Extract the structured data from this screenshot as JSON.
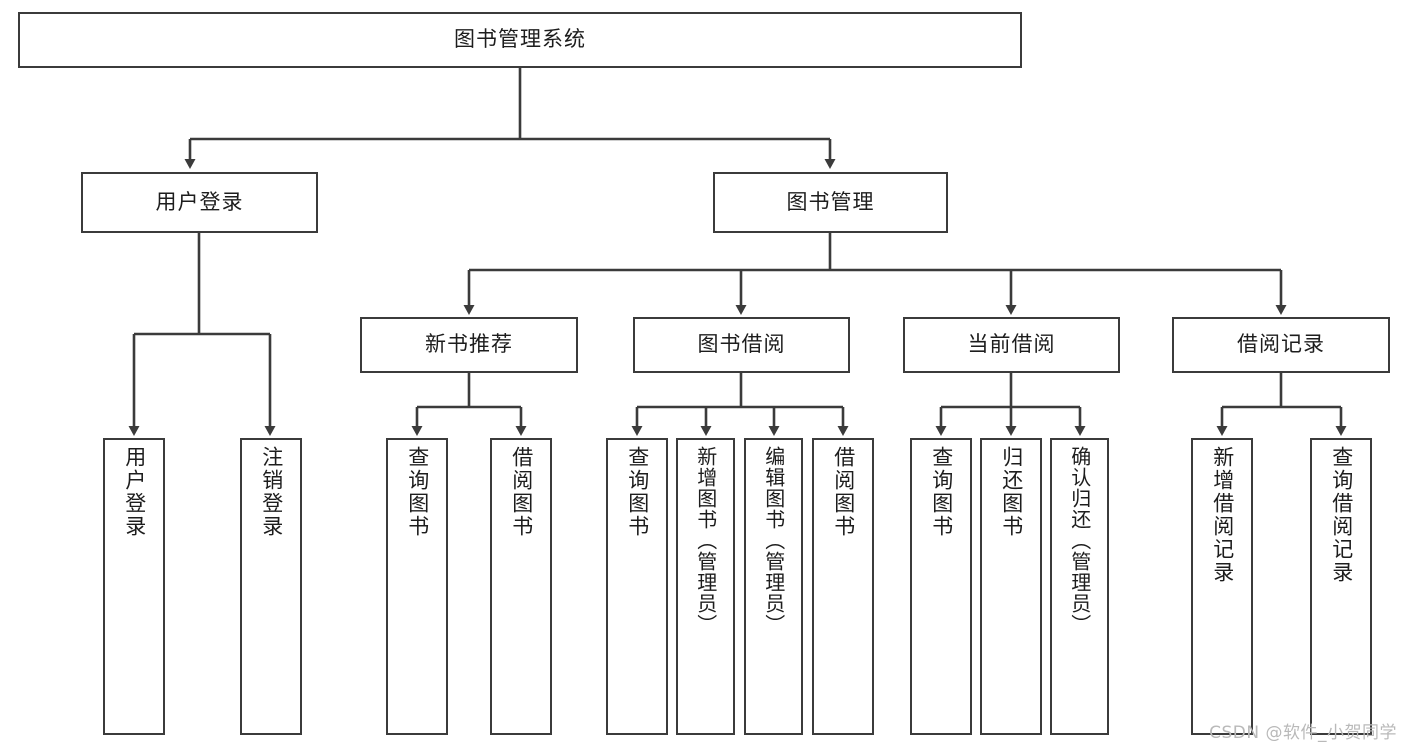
{
  "diagram": {
    "type": "tree",
    "title": "图书管理系统",
    "orientation": "top-down",
    "colors": {
      "box_border": "#3b3b3b",
      "box_fill": "#ffffff",
      "connector": "#3b3b3b",
      "text": "#1d1d1d",
      "watermark": "#b9b9b9",
      "background": "#ffffff"
    }
  },
  "root": {
    "label": "图书管理系统"
  },
  "level2": [
    {
      "label": "用户登录"
    },
    {
      "label": "图书管理"
    }
  ],
  "level3": [
    {
      "label": "新书推荐"
    },
    {
      "label": "图书借阅"
    },
    {
      "label": "当前借阅"
    },
    {
      "label": "借阅记录"
    }
  ],
  "leaves": {
    "user_login": [
      {
        "label": "用户登录"
      },
      {
        "label": "注销登录"
      }
    ],
    "new_book_recommend": [
      {
        "label": "查询图书"
      },
      {
        "label": "借阅图书"
      }
    ],
    "book_borrow": [
      {
        "label": "查询图书"
      },
      {
        "label": "新增图书（管理员）"
      },
      {
        "label": "编辑图书（管理员）"
      },
      {
        "label": "借阅图书"
      }
    ],
    "current_borrow": [
      {
        "label": "查询图书"
      },
      {
        "label": "归还图书"
      },
      {
        "label": "确认归还（管理员）"
      }
    ],
    "borrow_record": [
      {
        "label": "新增借阅记录"
      },
      {
        "label": "查询借阅记录"
      }
    ]
  },
  "watermark": {
    "text": "CSDN @软件_小贺同学"
  }
}
